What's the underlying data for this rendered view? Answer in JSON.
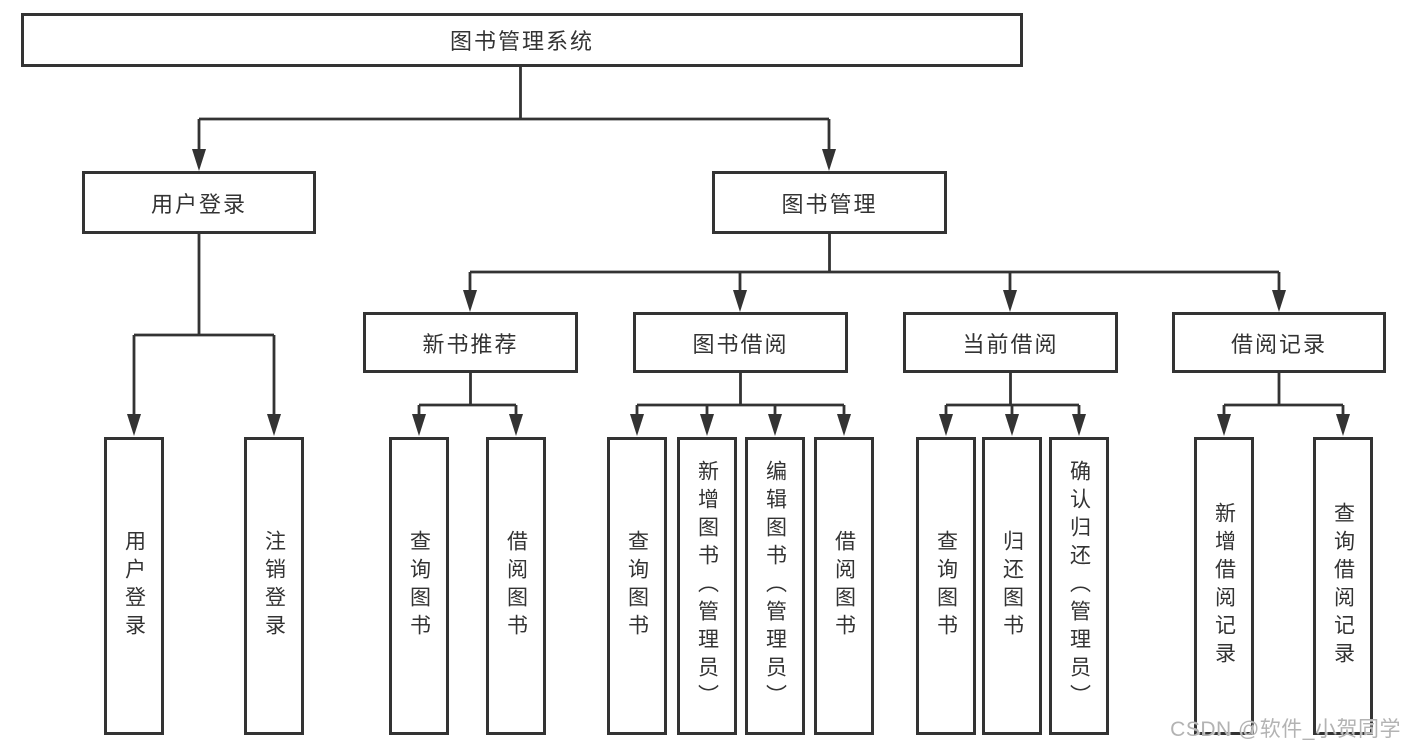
{
  "diagram": {
    "root_label": "图书管理系统",
    "branches": [
      {
        "label": "用户登录",
        "children": [
          {
            "label": "用户登录"
          },
          {
            "label": "注销登录"
          }
        ]
      },
      {
        "label": "图书管理",
        "groups": [
          {
            "label": "新书推荐",
            "children": [
              {
                "label": "查询图书"
              },
              {
                "label": "借阅图书"
              }
            ]
          },
          {
            "label": "图书借阅",
            "children": [
              {
                "label": "查询图书"
              },
              {
                "label": "新增图书（管理员）"
              },
              {
                "label": "编辑图书（管理员）"
              },
              {
                "label": "借阅图书"
              }
            ]
          },
          {
            "label": "当前借阅",
            "children": [
              {
                "label": "查询图书"
              },
              {
                "label": "归还图书"
              },
              {
                "label": "确认归还（管理员）"
              }
            ]
          },
          {
            "label": "借阅记录",
            "children": [
              {
                "label": "新增借阅记录"
              },
              {
                "label": "查询借阅记录"
              }
            ]
          }
        ]
      }
    ],
    "watermark": "CSDN @软件_小贺同学",
    "colors": {
      "line": "#333333",
      "text": "#333333",
      "watermark": "#b3b3b3",
      "background": "#ffffff"
    }
  }
}
